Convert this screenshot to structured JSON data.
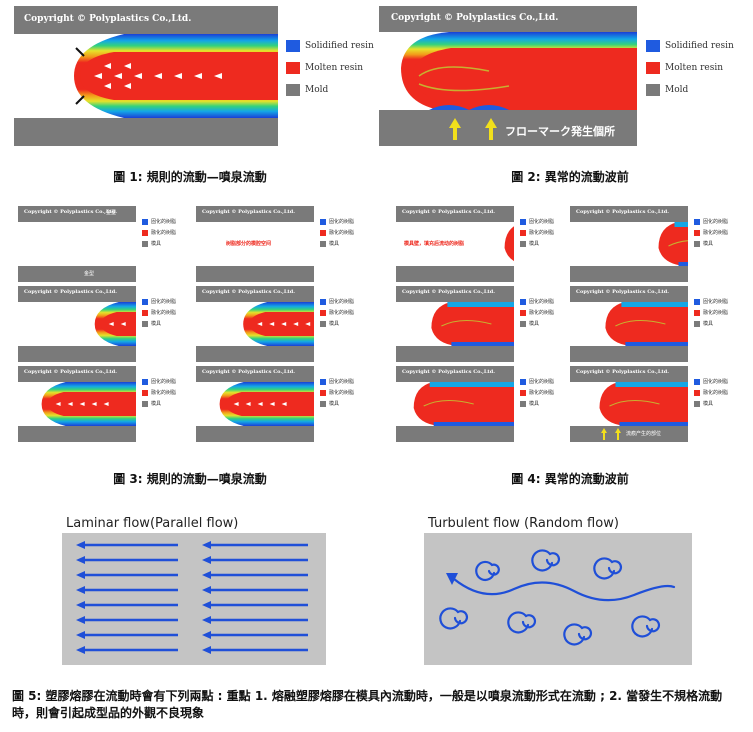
{
  "copyright": "Copyright © Polyplastics Co.,Ltd.",
  "legend": {
    "solidified": "Solidified resin",
    "molten": "Molten resin",
    "mold": "Mold"
  },
  "legend_small": {
    "solidified": "固化的树脂",
    "molten": "融化的树脂",
    "mold": "模具"
  },
  "fig2_marker": "フローマーク発生個所",
  "fig3_mold_top": "金型",
  "fig3_mold_bottom": "金型",
  "fig3_note": "树脂部分的模腔空间",
  "fig4_note": "模具壁，填充后流动的树脂",
  "fig4_marker": "流痕产生的部位",
  "captions": {
    "fig1": "圖 1: 規則的流動—噴泉流動",
    "fig2": "圖 2: 異常的流動波前",
    "fig3": "圖 3: 規則的流動—噴泉流動",
    "fig4": "圖 4: 異常的流動波前"
  },
  "laminar_title": "Laminar flow(Parallel flow)",
  "turbulent_title": "Turbulent flow (Random flow)",
  "footer": "圖 5: 塑膠熔膠在流動時會有下列兩點 : 重點 1. 熔融塑膠熔膠在模具內流動時，一般是以噴泉流動形式在流動 ; 2. 當發生不規格流動時，則會引起成型品的外觀不良現象",
  "colors": {
    "molten": "#ee2a1f",
    "solidified": "#1f5be0",
    "mold": "#7a7a7a",
    "arrow_blue": "#1f4fd8",
    "marker_yellow": "#f2e01b"
  }
}
